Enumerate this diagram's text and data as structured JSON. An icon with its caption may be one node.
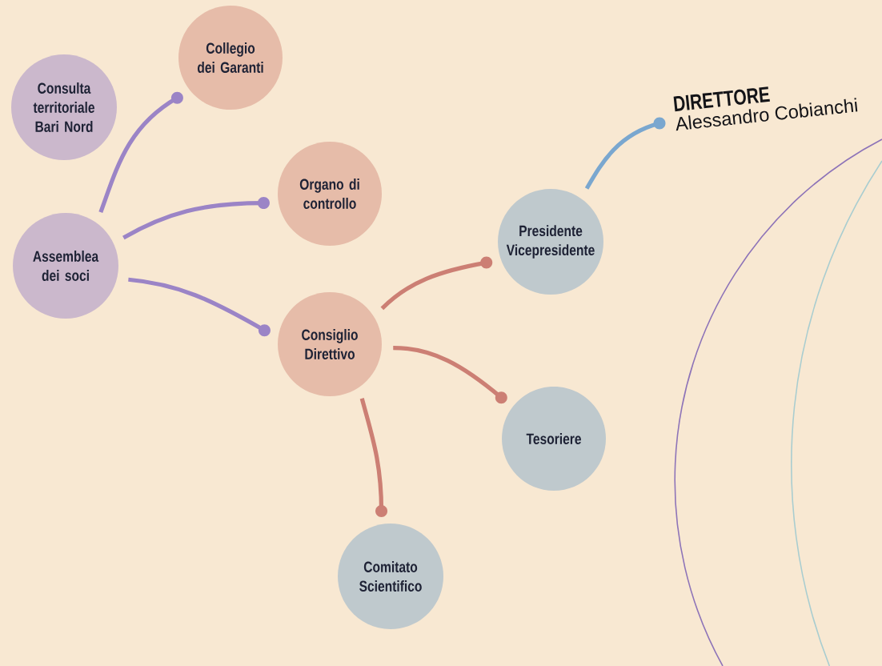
{
  "diagram": {
    "nodes": [
      {
        "text": [
          "Consulta territoriale Bari Nord"
        ]
      },
      {
        "text": [
          "Collegio dei Garanti"
        ]
      },
      {
        "text": [
          "Organo di controllo"
        ]
      },
      {
        "text": [
          "Assemblea dei soci"
        ]
      },
      {
        "text": [
          "Consiglio Direttivo"
        ]
      },
      {
        "text": [
          "Presidente Vicepresidente"
        ]
      },
      {
        "text": [
          "Tesoriere"
        ]
      },
      {
        "text": [
          "Comitato Scientifico"
        ]
      },
      {
        "text": [
          "DIRETTORE",
          "Alessandro Cobianchi"
        ]
      }
    ],
    "edges": [
      {
        "from": 3,
        "to": 1,
        "arrow": "other",
        "color": "#9b84c6"
      },
      {
        "from": 3,
        "to": 2,
        "arrow": "other",
        "color": "#9b84c6"
      },
      {
        "from": 3,
        "to": 4,
        "arrow": "other",
        "color": "#9b84c6"
      },
      {
        "from": 4,
        "to": 5,
        "arrow": "other",
        "color": "#cc7f74"
      },
      {
        "from": 4,
        "to": 6,
        "arrow": "other",
        "color": "#cc7f74"
      },
      {
        "from": 4,
        "to": 7,
        "arrow": "other",
        "color": "#cc7f74"
      },
      {
        "from": 5,
        "to": 8,
        "arrow": "other",
        "color": "#7aa7cf"
      }
    ]
  }
}
